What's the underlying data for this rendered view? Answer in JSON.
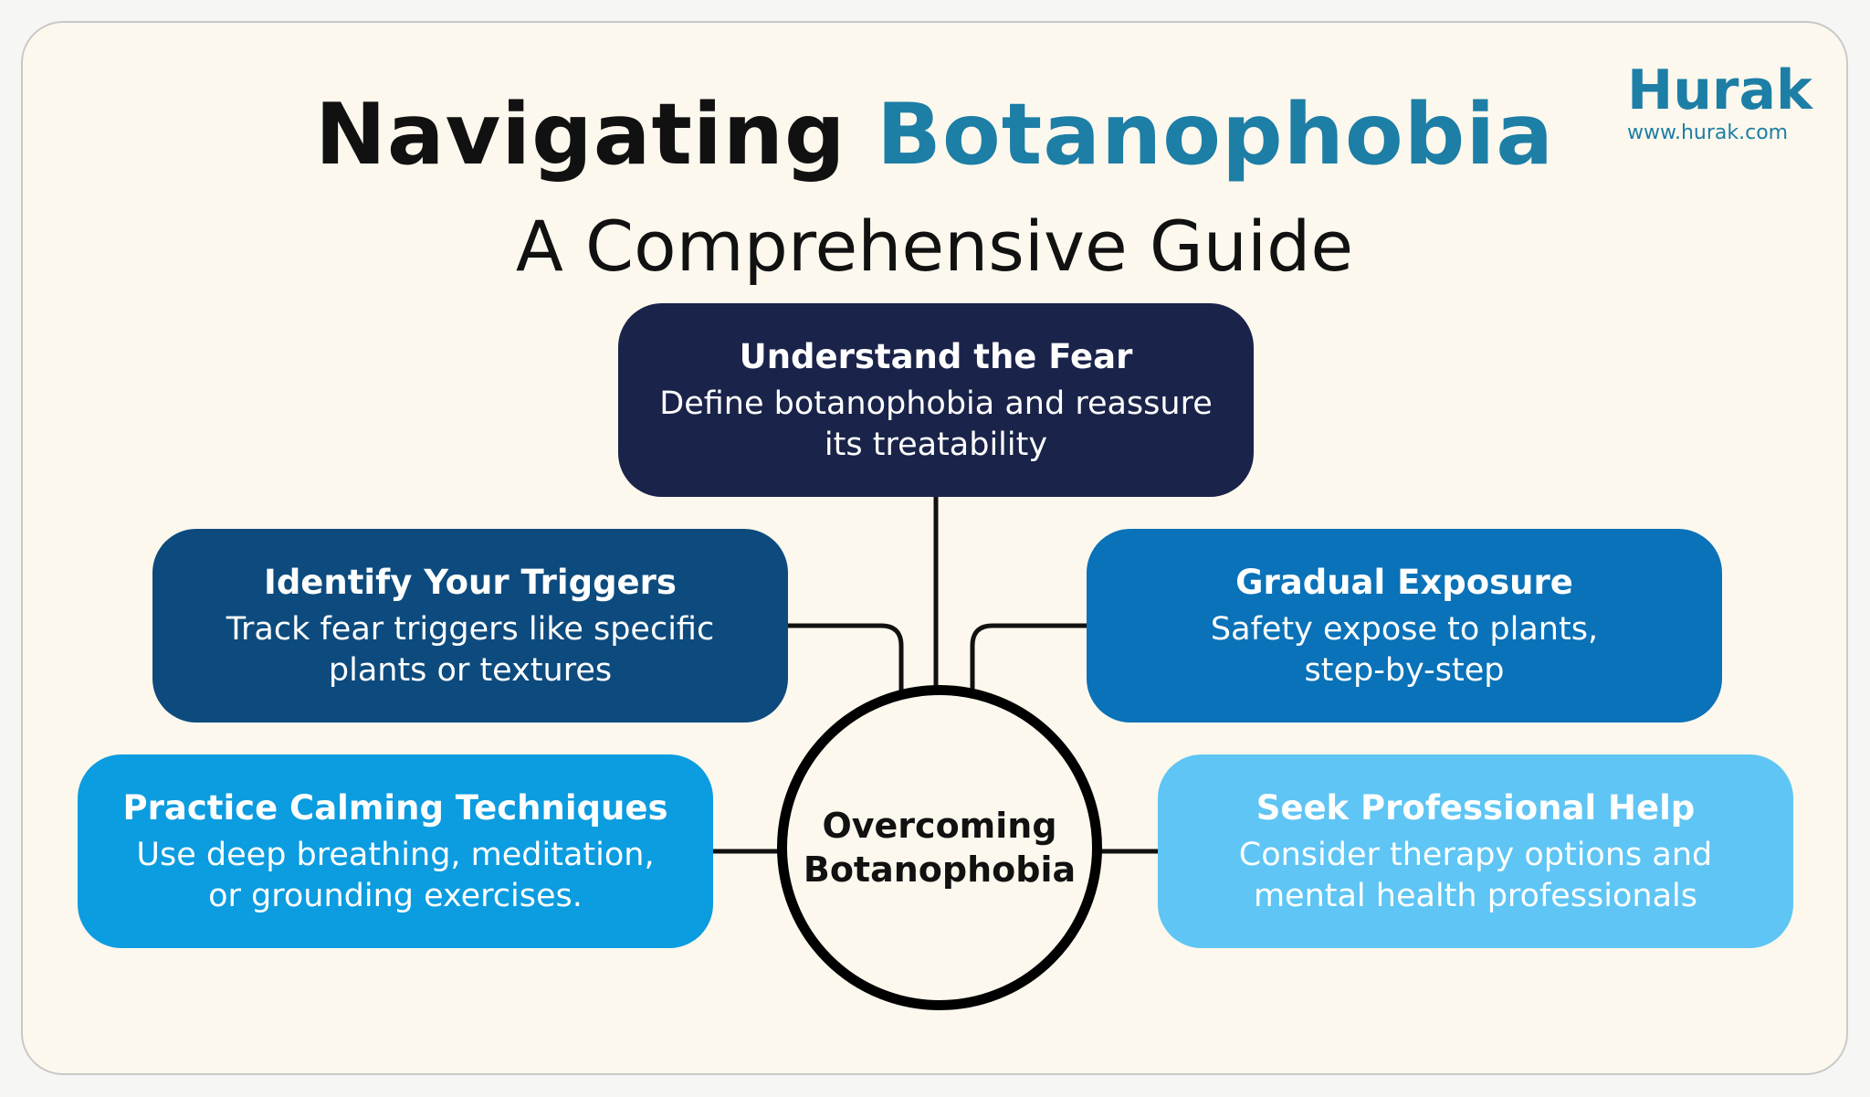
{
  "header": {
    "title_part1": "Navigating",
    "title_part2": "Botanophobia",
    "subtitle": "A Comprehensive Guide"
  },
  "brand": {
    "name": "Hurak",
    "url": "www.hurak.com"
  },
  "center": {
    "line1": "Overcoming",
    "line2": "Botanophobia"
  },
  "nodes": [
    {
      "title": "Understand the Fear",
      "line1": "Define botanophobia and reassure",
      "line2": "its treatability",
      "color": "#1a2349"
    },
    {
      "title": "Identify Your Triggers",
      "line1": "Track fear triggers like specific",
      "line2": "plants or textures",
      "color": "#0d4b7e"
    },
    {
      "title": "Gradual Exposure",
      "line1": "Safety expose to plants,",
      "line2": "step-by-step",
      "color": "#0a72b8"
    },
    {
      "title": "Practice Calming Techniques",
      "line1": "Use deep breathing, meditation,",
      "line2": "or grounding exercises.",
      "color": "#0c9ce0"
    },
    {
      "title": "Seek Professional Help",
      "line1": "Consider therapy options and",
      "line2": "mental health professionals",
      "color": "#5ec5f4"
    }
  ],
  "colors": {
    "accent": "#1d7ea6",
    "background": "#fdf8ed",
    "connector": "#111111"
  }
}
